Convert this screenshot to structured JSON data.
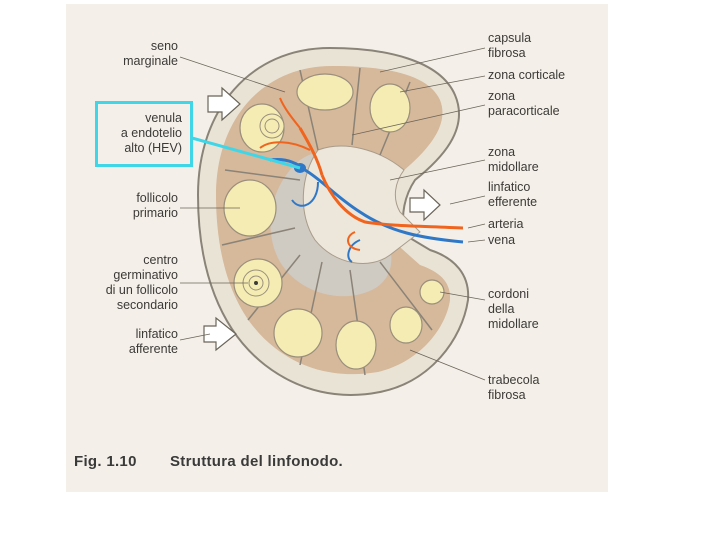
{
  "labels_left": {
    "seno_marginale": "seno\nmarginale",
    "venula_hev": "venula\na endotelio\nalto (HEV)",
    "follicolo_primario": "follicolo\nprimario",
    "centro_germinativo": "centro\ngerminativo\ndi un follicolo\nsecondario",
    "linfatico_afferente": "linfatico\nafferente"
  },
  "labels_right": {
    "capsula_fibrosa": "capsula\nfibrosa",
    "zona_corticale": "zona corticale",
    "zona_paracorticale": "zona\nparacorticale",
    "zona_midollare": "zona\nmidollare",
    "linfatico_efferente": "linfatico\nefferente",
    "arteria": "arteria",
    "vena": "vena",
    "cordoni_midollare": "cordoni\ndella\nmidollare",
    "trabecola_fibrosa": "trabecola\nfibrosa"
  },
  "caption": {
    "number": "Fig. 1.10",
    "title": "Struttura del linfonodo."
  },
  "colors": {
    "background": "#f4f0e9",
    "capsule": "#e9e3d6",
    "cortex": "#d6b89a",
    "medulla_gray": "#cfcac2",
    "follicle": "#f5ecb4",
    "artery": "#f0641e",
    "vein": "#2f78c8",
    "highlight_box": "#3fd6e8"
  }
}
